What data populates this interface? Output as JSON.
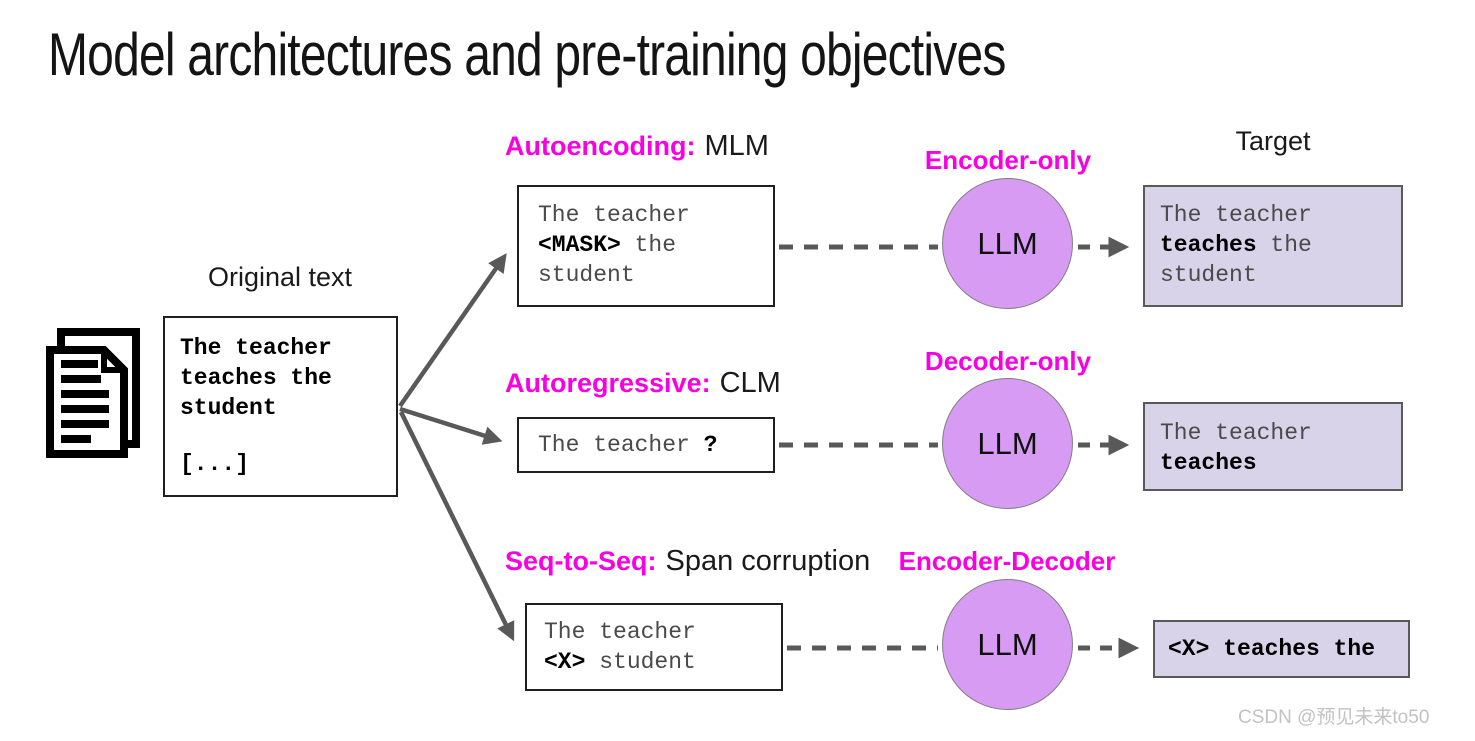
{
  "title": "Model architectures and pre-training objectives",
  "watermark": "CSDN @预见未来to50",
  "colors": {
    "accent_magenta": "#f900e3",
    "llm_circle_fill": "#d79bf3",
    "target_box_fill": "#d8d3e8",
    "connector_gray": "#595959"
  },
  "llm_label": "LLM",
  "target_label": "Target",
  "original": {
    "label": "Original text",
    "icon": "documents-icon",
    "lines": [
      "The teacher",
      "teaches the",
      "student"
    ],
    "ellipsis": "[...]"
  },
  "rows": [
    {
      "objective": "Autoencoding:",
      "objective_task": "MLM",
      "architecture": "Encoder-only",
      "input": {
        "line1": "The teacher",
        "line2_bold": "<MASK>",
        "line2_rest": " the",
        "line3": "student"
      },
      "target": {
        "line1": "The teacher",
        "line2_bold": "teaches",
        "line2_rest": " the",
        "line3": "student"
      }
    },
    {
      "objective": "Autoregressive:",
      "objective_task": "CLM",
      "architecture": "Decoder-only",
      "input": {
        "line1": "The teacher ",
        "line1_bold": "?"
      },
      "target": {
        "line1": "The teacher",
        "line2_bold": "teaches"
      }
    },
    {
      "objective": "Seq-to-Seq:",
      "objective_task": "Span corruption",
      "architecture": "Encoder-Decoder",
      "input": {
        "line1": "The teacher",
        "line2_bold": "<X>",
        "line2_rest": " student"
      },
      "target": {
        "line1_bold": "<X> teaches the"
      }
    }
  ]
}
